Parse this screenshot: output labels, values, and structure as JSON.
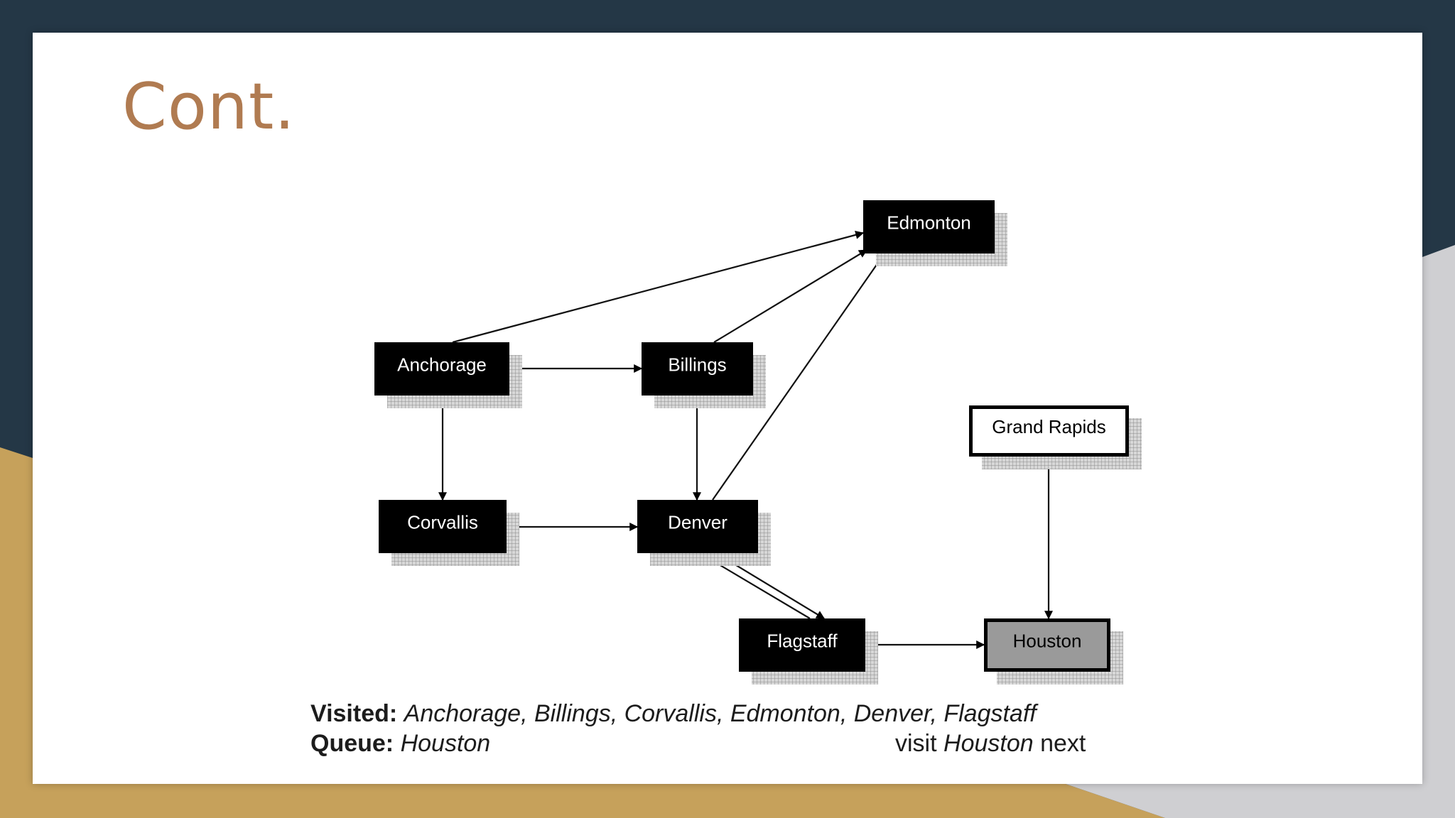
{
  "slide": {
    "title": "Cont.",
    "colors": {
      "background": "#243746",
      "gold": "#c6a15b",
      "title": "#b07b51",
      "gray": "#cfcfd2"
    }
  },
  "diagram": {
    "nodes": [
      {
        "id": "edmonton",
        "label": "Edmonton",
        "style": "black"
      },
      {
        "id": "anchorage",
        "label": "Anchorage",
        "style": "black"
      },
      {
        "id": "billings",
        "label": "Billings",
        "style": "black"
      },
      {
        "id": "grand-rapids",
        "label": "Grand Rapids",
        "style": "white"
      },
      {
        "id": "corvallis",
        "label": "Corvallis",
        "style": "black"
      },
      {
        "id": "denver",
        "label": "Denver",
        "style": "black"
      },
      {
        "id": "flagstaff",
        "label": "Flagstaff",
        "style": "black"
      },
      {
        "id": "houston",
        "label": "Houston",
        "style": "gray"
      }
    ],
    "edges": [
      {
        "from": "anchorage",
        "to": "edmonton"
      },
      {
        "from": "anchorage",
        "to": "billings"
      },
      {
        "from": "anchorage",
        "to": "corvallis"
      },
      {
        "from": "billings",
        "to": "edmonton"
      },
      {
        "from": "billings",
        "to": "denver"
      },
      {
        "from": "corvallis",
        "to": "denver"
      },
      {
        "from": "denver",
        "to": "edmonton"
      },
      {
        "from": "denver",
        "to": "flagstaff"
      },
      {
        "from": "flagstaff",
        "to": "denver"
      },
      {
        "from": "flagstaff",
        "to": "houston"
      },
      {
        "from": "grand-rapids",
        "to": "houston"
      }
    ]
  },
  "caption": {
    "visited_label": "Visited:",
    "visited_list": "Anchorage, Billings, Corvallis, Edmonton, Denver, Flagstaff",
    "queue_label": "Queue:",
    "queue_list": "Houston",
    "next_prefix": "visit",
    "next_city": "Houston",
    "next_suffix": "next"
  }
}
